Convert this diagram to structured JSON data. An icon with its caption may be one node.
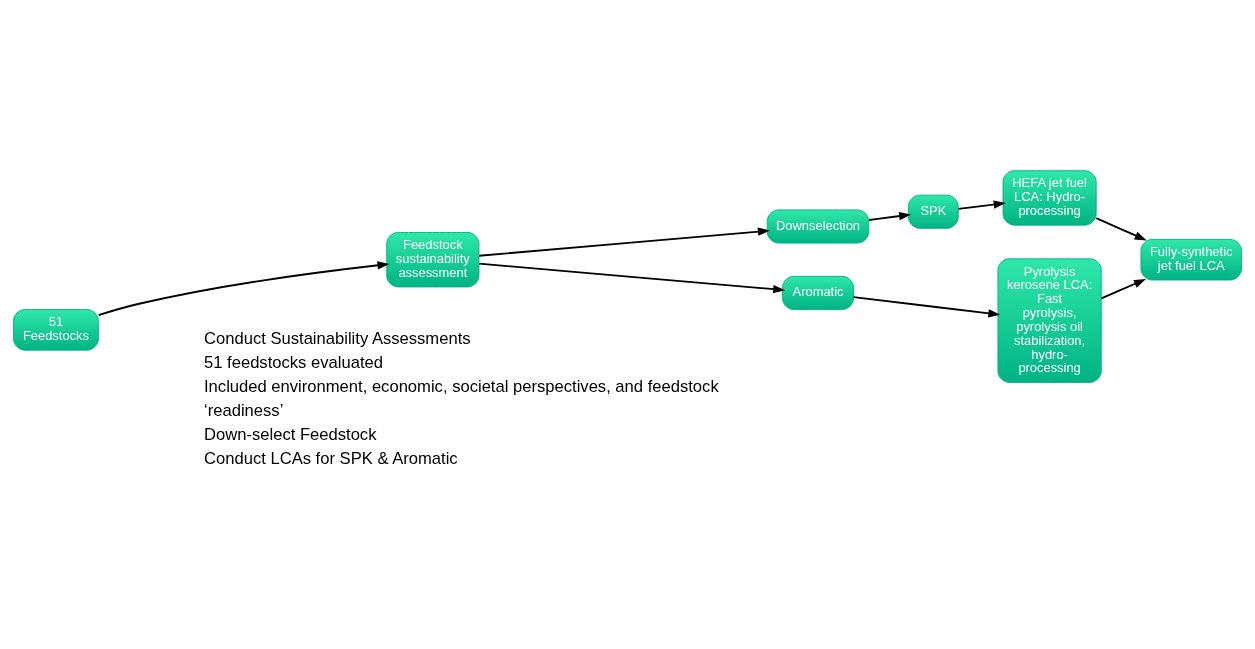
{
  "diagram": {
    "nodes": [
      {
        "text": [
          "51 Feedstocks"
        ]
      },
      {
        "text": [
          "Feedstock sustainability assessment"
        ]
      },
      {
        "text": [
          "Downselection"
        ]
      },
      {
        "text": [
          "SPK"
        ]
      },
      {
        "text": [
          "HEFA jet fuel LCA: Hydro-processing"
        ]
      },
      {
        "text": [
          "Aromatic"
        ]
      },
      {
        "text": [
          "Pyrolysis kerosene LCA: Fast pyrolysis, pyrolysis oil stabilization, hydro-processing"
        ]
      },
      {
        "text": [
          "Fully-synthetic jet fuel LCA"
        ]
      }
    ],
    "edges": [
      {
        "from": 0,
        "to": 1,
        "arrow": "to"
      },
      {
        "from": 1,
        "to": 2,
        "arrow": "to"
      },
      {
        "from": 1,
        "to": 5,
        "arrow": "to"
      },
      {
        "from": 2,
        "to": 3,
        "arrow": "to"
      },
      {
        "from": 3,
        "to": 4,
        "arrow": "to"
      },
      {
        "from": 5,
        "to": 6,
        "arrow": "to"
      },
      {
        "from": 4,
        "to": 7,
        "arrow": "to"
      },
      {
        "from": 6,
        "to": 7,
        "arrow": "to"
      }
    ],
    "labels": [
      "Conduct Sustainability Assessments",
      "51 feedstocks evaluated",
      "Included environment, economic, societal perspectives, and feedstock ‘readiness’",
      "Down-select Feedstock",
      "Conduct LCAs for SPK & Aromatic"
    ]
  }
}
